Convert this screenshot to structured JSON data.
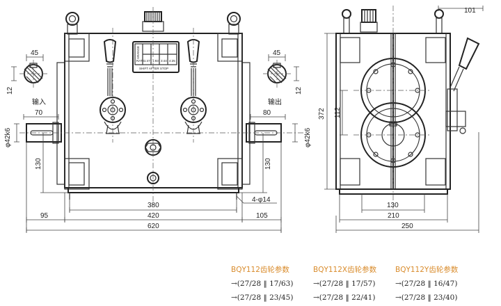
{
  "dimensions": {
    "d380": "380",
    "d420": "420",
    "d620": "620",
    "d95": "95",
    "d105": "105",
    "d70": "70",
    "d80": "80",
    "d130_left": "130",
    "d130_right": "130",
    "d45_left": "45",
    "d45_right": "45",
    "d12_left": "12",
    "d12_right": "12",
    "dia42_left": "φ42k6",
    "dia42_right": "φ42k6",
    "d4phi14": "4-φ14",
    "d101": "101",
    "d372": "372",
    "d112": "112",
    "d130_side": "130",
    "d210": "210",
    "d250": "250"
  },
  "labels": {
    "input": "输入",
    "output": "输出"
  },
  "plate": {
    "title": "ARANGE",
    "rate_label": "RATE",
    "rates": [
      "1:47",
      "1:93",
      "3:44",
      "4:25"
    ],
    "footer": "SHIFT AFTER STOP"
  },
  "params": [
    {
      "title": "BQY112齿轮参数",
      "rows": [
        "→(27/28 ‖ 17/63)",
        "→(27/28 ‖ 23/45)"
      ]
    },
    {
      "title": "BQY112X齿轮参数",
      "rows": [
        "→(27/28 ‖ 17/57)",
        "→(27/28 ‖ 22/41)"
      ]
    },
    {
      "title": "BQY112Y齿轮参数",
      "rows": [
        "→(27/28 ‖ 16/47)",
        "→(27/28 ‖ 23/40)"
      ]
    }
  ],
  "colors": {
    "param_title": "#d98b2b",
    "line": "#333333"
  }
}
